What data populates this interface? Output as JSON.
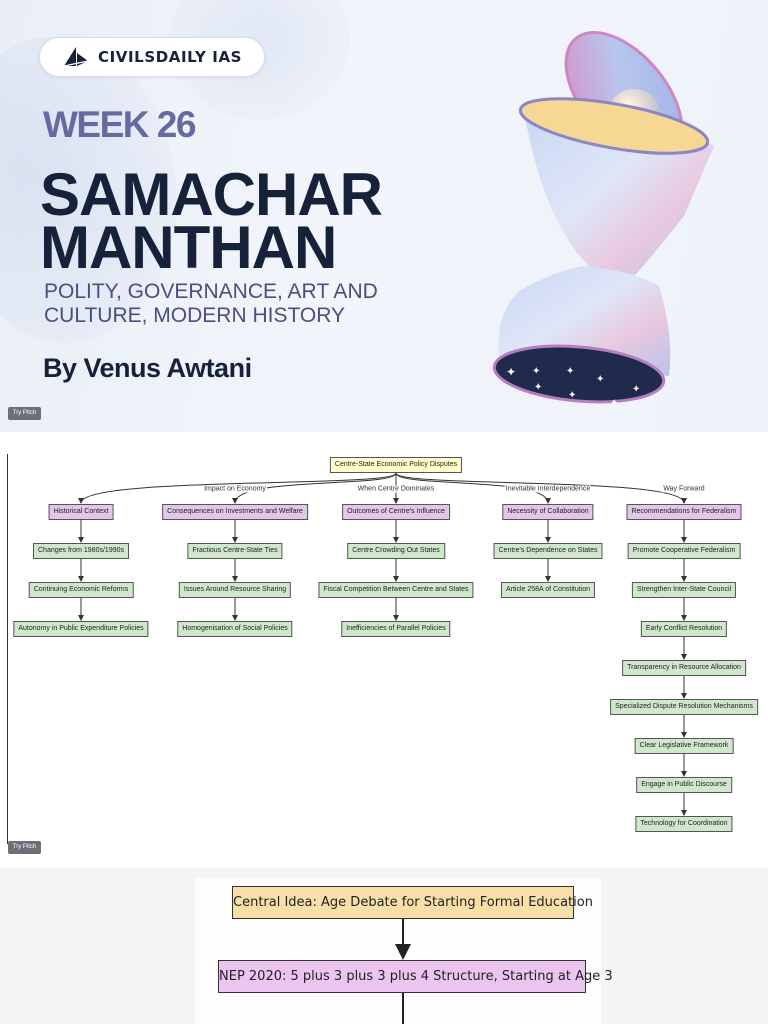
{
  "cover": {
    "brand": "CIVILSDAILY IAS",
    "week": "WEEK 26",
    "title_line1": "SAMACHAR",
    "title_line2": "MANTHAN",
    "subtitle": "POLITY, GOVERNANCE, ART AND CULTURE, MODERN HISTORY",
    "author": "By Venus Awtani",
    "try_pitch": "Try Pitch",
    "colors": {
      "navy": "#16213a",
      "week": "#666aa0",
      "subtitle": "#4a4f7e"
    }
  },
  "mindmap": {
    "try_pitch": "Try Pitch",
    "root": "Centre-State Economic Policy Disputes",
    "columns": [
      {
        "edge_label": "",
        "title": "Historical Context",
        "items": [
          "Changes from 1980s/1990s",
          "Continuing Economic Reforms",
          "Autonomy in Public Expenditure Policies"
        ]
      },
      {
        "edge_label": "Impact on Economy",
        "title": "Consequences on Investments and Welfare",
        "items": [
          "Fractious Centre-State Ties",
          "Issues Around Resource Sharing",
          "Homogenisation of Social Policies"
        ]
      },
      {
        "edge_label": "When Centre Dominates",
        "title": "Outcomes of Centre's Influence",
        "items": [
          "Centre Crowding Out States",
          "Fiscal Competition Between Centre and States",
          "Inefficiencies of Parallel Policies"
        ]
      },
      {
        "edge_label": "Inevitable Interdependence",
        "title": "Necessity of Collaboration",
        "items": [
          "Centre's Dependence on States",
          "Article 258A of Constitution"
        ]
      },
      {
        "edge_label": "Way Forward",
        "title": "Recommendations for Federalism",
        "items": [
          "Promote Cooperative Federalism",
          "Strengthen Inter-State Council",
          "Early Conflict Resolution",
          "Transparency in Resource Allocation",
          "Specialized Dispute Resolution Mechanisms",
          "Clear Legislative Framework",
          "Engage in Public Discourse",
          "Technology for Coordination"
        ]
      }
    ],
    "colors": {
      "root": "#ffffcc",
      "category": "#e3c7e8",
      "leaf": "#cfe8cc"
    }
  },
  "flowchart": {
    "nodes": [
      "Central Idea: Age Debate for Starting Formal Education",
      "NEP 2020: 5 plus 3 plus 3 plus 4 Structure, Starting at Age 3"
    ],
    "colors": {
      "node1": "#f8dfa8",
      "node2": "#ebc4f0"
    }
  }
}
